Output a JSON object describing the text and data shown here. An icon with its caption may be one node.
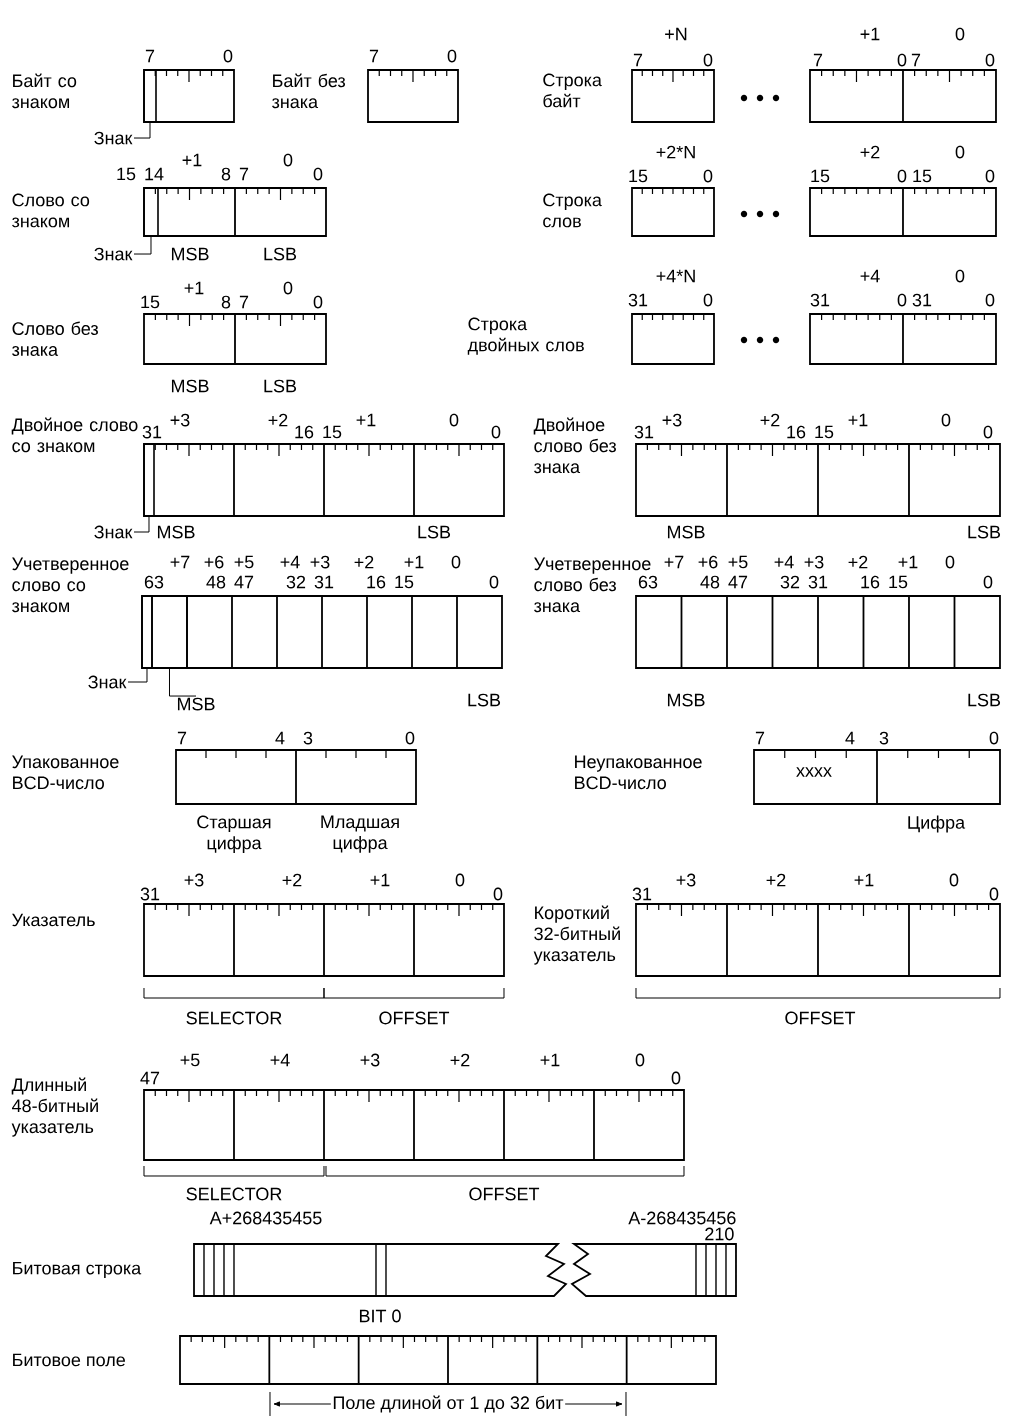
{
  "diagram": {
    "nodes": [
      {
        "text": [
          "Знак"
        ]
      },
      {
        "text": [
          "Знак"
        ]
      },
      {
        "text": [
          "Знак"
        ]
      },
      {
        "text": [
          "Знак"
        ]
      },
      {
        "text": [
          "MSB"
        ]
      },
      {
        "text": [],
        "shape": "box"
      },
      {
        "text": [],
        "shape": "box"
      },
      {
        "text": [],
        "shape": "box"
      },
      {
        "text": [],
        "shape": "box"
      },
      {
        "text": [],
        "shape": "box"
      }
    ],
    "edges": [
      {
        "from": 0,
        "to": 5,
        "arrow": "none"
      },
      {
        "from": 1,
        "to": 6,
        "arrow": "none"
      },
      {
        "from": 2,
        "to": 7,
        "arrow": "none"
      },
      {
        "from": 3,
        "to": 8,
        "arrow": "none"
      },
      {
        "from": 4,
        "to": 9,
        "arrow": "none"
      }
    ],
    "labels": [
      "Байт со знаком",
      "7",
      "0",
      "Байт без знака",
      "7",
      "0",
      "Строка байт",
      "+N",
      "7",
      "0",
      "+1",
      "0",
      "7",
      "0",
      "7",
      "0",
      "Слово со знаком",
      "15",
      "14",
      "+1",
      "8",
      "7",
      "0",
      "0",
      "MSB",
      "LSB",
      "Строка слов",
      "+2*N",
      "15",
      "0",
      "+2",
      "0",
      "15",
      "0",
      "15",
      "0",
      "Слово без знака",
      "15",
      "+1",
      "8",
      "7",
      "0",
      "0",
      "MSB",
      "LSB",
      "Строка двойных слов",
      "+4*N",
      "31",
      "0",
      "+4",
      "0",
      "31",
      "0",
      "31",
      "0",
      "Двойное слово со знаком",
      "31",
      "+3",
      "+2",
      "16",
      "15",
      "+1",
      "0",
      "0",
      "MSB",
      "LSB",
      "Двойное слово без знака",
      "31",
      "+3",
      "+2",
      "16",
      "15",
      "+1",
      "0",
      "0",
      "MSB",
      "LSB",
      "Учетверенное слово со знаком",
      "+7",
      "+6",
      "+5",
      "+4",
      "+3",
      "+2",
      "+1",
      "0",
      "63",
      "48",
      "47",
      "32",
      "31",
      "16",
      "15",
      "0",
      "LSB",
      "Учетверенное слово без знака",
      "+7",
      "+6",
      "+5",
      "+4",
      "+3",
      "+2",
      "+1",
      "0",
      "63",
      "48",
      "47",
      "32",
      "31",
      "16",
      "15",
      "0",
      "MSB",
      "LSB",
      "Упакованное BCD-число",
      "7",
      "4",
      "3",
      "0",
      "Старшая цифра",
      "Младшая цифра",
      "Неупакованное BCD-число",
      "7",
      "4",
      "3",
      "0",
      "xxxx",
      "Цифра",
      "Указатель",
      "31",
      "+3",
      "+2",
      "+1",
      "0",
      "0",
      "SELECTOR",
      "OFFSET",
      "Короткий 32-битный указатель",
      "31",
      "+3",
      "+2",
      "+1",
      "0",
      "0",
      "OFFSET",
      "Длинный 48-битный указатель",
      "+5",
      "+4",
      "+3",
      "+2",
      "+1",
      "0",
      "47",
      "0",
      "SELECTOR",
      "OFFSET",
      "A+268435455",
      "A-268435456",
      "210",
      "Битовая строка",
      "BIT 0",
      "Битовое поле",
      "Поле длиной от 1 до 32 бит"
    ]
  }
}
